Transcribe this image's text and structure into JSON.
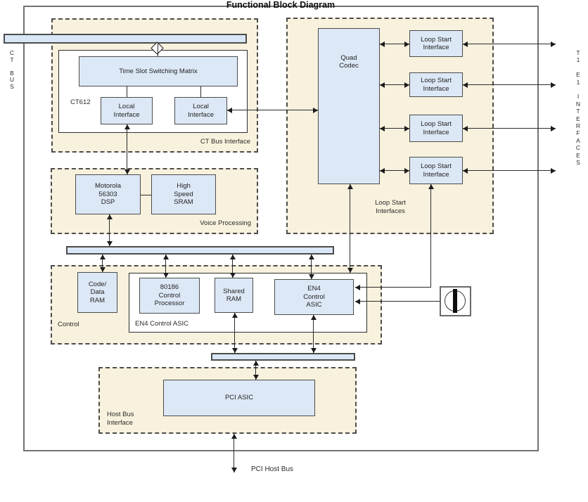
{
  "title": "Functional Block Diagram",
  "buses": {
    "ct_bus_vertical_label": "C\nT\n\nB\nU\nS",
    "t1e1_vertical_label": "T\n1\n\nE\n1\n\nI\nN\nT\nE\nR\nF\nA\nC\nE\nS",
    "pci_host_bus_label": "PCI Host Bus"
  },
  "ct_bus_interface": {
    "section_label": "CT Bus Interface",
    "chip_label": "CT612",
    "matrix": "Time Slot Switching Matrix",
    "local_interface_left": "Local\nInterface",
    "local_interface_right": "Local\nInterface"
  },
  "voice_processing": {
    "section_label": "Voice Processing",
    "dsp": "Motorola\n56303\nDSP",
    "sram": "High\nSpeed\nSRAM"
  },
  "control": {
    "section_label": "Control",
    "code_data_ram": "Code/\nData\nRAM",
    "en4_box_label": "EN4 Control ASIC",
    "processor": "80186\nControl\nProcessor",
    "shared_ram": "Shared\nRAM",
    "en4_asic": "EN4\nControl\nASIC"
  },
  "loop_start": {
    "section_label": "Loop Start\nInterfaces",
    "quad_codec": "Quad\nCodec",
    "interfaces": [
      "Loop Start\nInterface",
      "Loop Start\nInterface",
      "Loop Start\nInterface",
      "Loop Start\nInterface"
    ]
  },
  "host_bus": {
    "section_label": "Host Bus\nInterface",
    "pci_asic": "PCI ASIC"
  },
  "colors": {
    "block_fill": "#dce8f6",
    "panel_fill": "#f7f1dd",
    "block_border": "#4c4c4c",
    "line": "#2a2a2a"
  }
}
